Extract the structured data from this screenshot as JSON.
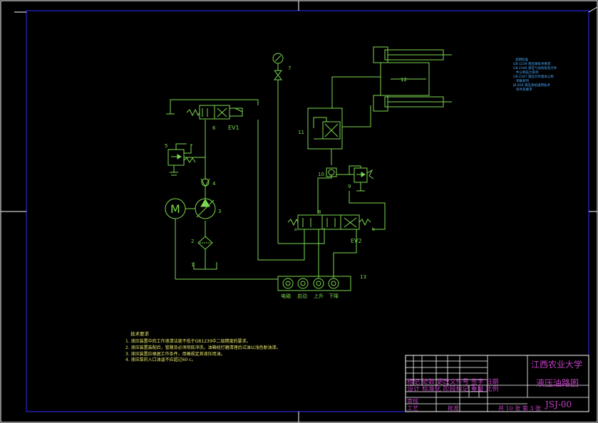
{
  "title_block": {
    "university": "江西农业大学",
    "drawing_name": "液压油路图",
    "drawing_no": "JSJ-00",
    "sheets": "共 10 张 第 3 张",
    "row_labels": [
      "标记 处数 更改文件号 签字 日期",
      "设计 标准化 阶段标记 重量 比例"
    ],
    "review_label": "审核",
    "craft_label": "工艺",
    "approve_label": "批准"
  },
  "tech_requirements": {
    "title": "技术要求",
    "items": [
      "1. 液压装置中的工作液清洁度不低于GB1239中二级精度的要求。",
      "2. 液压装置装配后，管路及必须彻底冲洗，油箱经打磨清理后试油以浅色耐油漆。",
      "3. 液压装置应根据工作条件，用确规定其液压用油。",
      "4. 液压泵的入口油温不应超过60 c。"
    ]
  },
  "notes_top_right": [
    "说明标准",
    "GB 1239 液压阀技术要求",
    "GB 2346 液压气动系统及元件",
    "件公称压力系列",
    "GB 2347 液压元件基本公称",
    "参数系列",
    "JB 826 液压系统通用技术",
    "条件及要求"
  ],
  "component_labels": {
    "c1": "1",
    "c2": "2",
    "c3": "3",
    "c4": "4",
    "c5": "5",
    "c6": "6",
    "c7": "7",
    "c8": "8",
    "c9": "9",
    "c10": "10",
    "c11": "11",
    "c12": "12",
    "c13": "13",
    "ev1": "EV1",
    "ev2": "EV2",
    "motor": "M",
    "port_a": "a",
    "port_b": "b"
  },
  "manifold_labels": [
    "电磁",
    "启动",
    "上升",
    "下降"
  ],
  "colors": {
    "line": "#7bd84f",
    "frame_outer": "#2f2fff",
    "frame_inner": "#ffffff",
    "text_yellow": "#e8e86a",
    "text_magenta": "#c040c0",
    "text_blue": "#4aa8ff"
  }
}
